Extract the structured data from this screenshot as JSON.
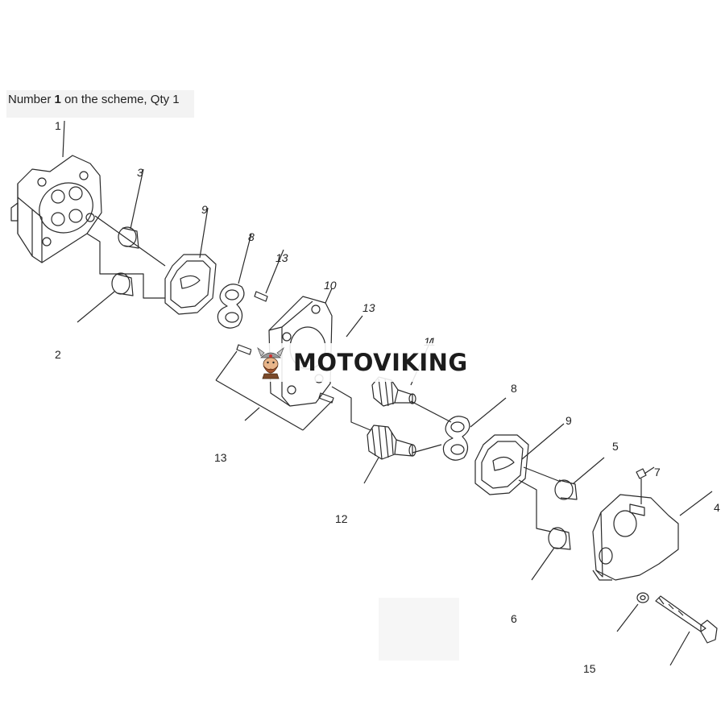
{
  "caption": {
    "prefix": "Number ",
    "number": "1",
    "suffix": " on the scheme, Qty 1"
  },
  "labels": [
    {
      "id": "1",
      "text": "1"
    },
    {
      "id": "2",
      "text": "2"
    },
    {
      "id": "3",
      "text": "3"
    },
    {
      "id": "9a",
      "text": "9"
    },
    {
      "id": "8a",
      "text": "8"
    },
    {
      "id": "13a",
      "text": "13"
    },
    {
      "id": "10",
      "text": "10"
    },
    {
      "id": "13b",
      "text": "13"
    },
    {
      "id": "11",
      "text": "11"
    },
    {
      "id": "8b",
      "text": "8"
    },
    {
      "id": "9b",
      "text": "9"
    },
    {
      "id": "5",
      "text": "5"
    },
    {
      "id": "7",
      "text": "7"
    },
    {
      "id": "4",
      "text": "4"
    },
    {
      "id": "13c",
      "text": "13"
    },
    {
      "id": "12",
      "text": "12"
    },
    {
      "id": "6",
      "text": "6"
    },
    {
      "id": "15",
      "text": "15"
    }
  ],
  "watermark": {
    "text": "MOTOVIKING",
    "logo_icon": "viking-mascot-icon"
  }
}
